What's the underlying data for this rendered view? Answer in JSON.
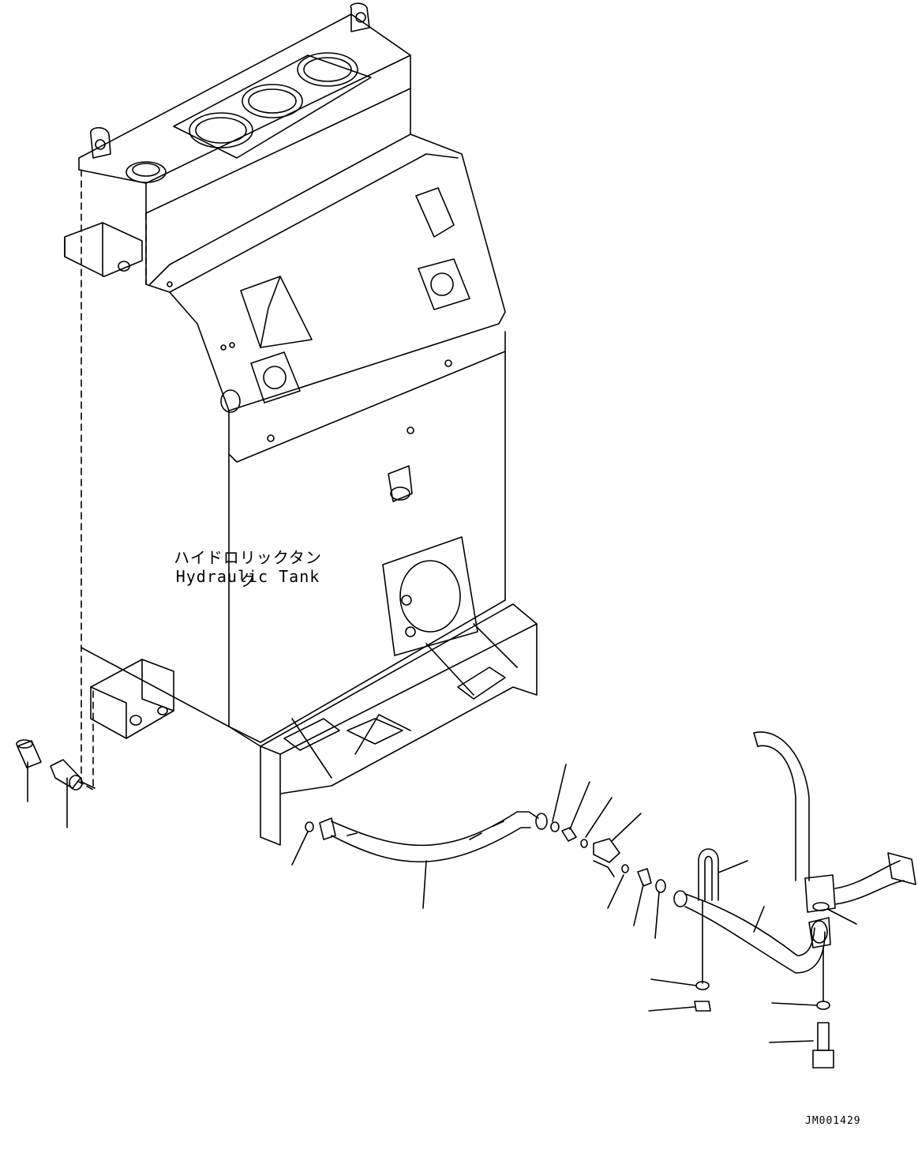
{
  "drawing": {
    "tank_label_jp": "ハイドロリックタンク",
    "tank_label_en": "Hydraulic Tank",
    "document_code": "JM001429"
  }
}
